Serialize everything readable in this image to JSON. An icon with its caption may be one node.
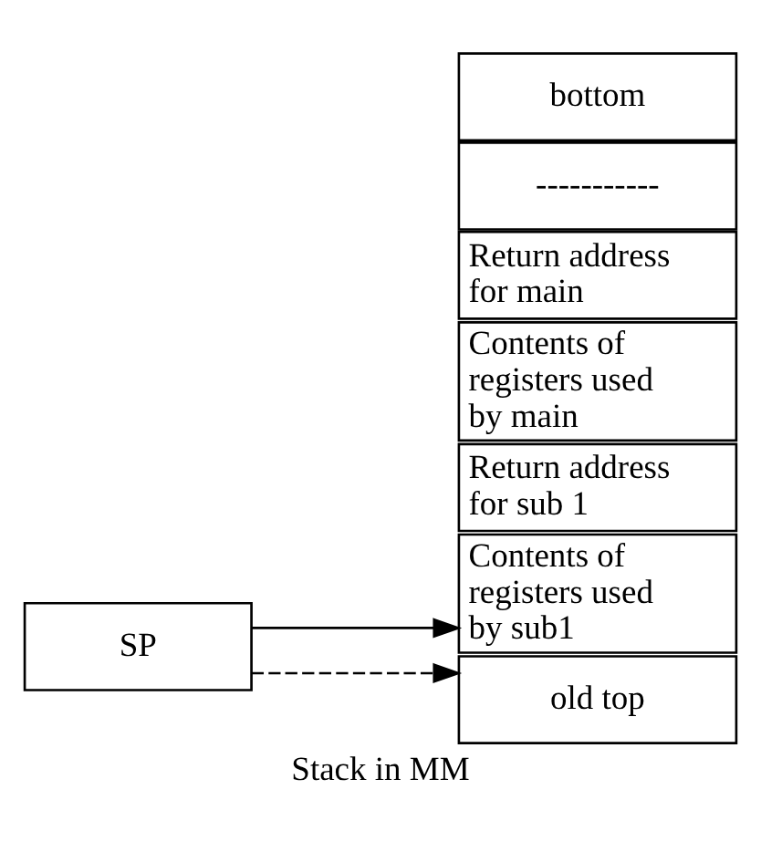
{
  "diagram": {
    "caption": "Stack in MM",
    "nodes": [
      {
        "text": [
          "SP"
        ]
      },
      {
        "text": [
          "Contents of registers used by sub1"
        ]
      },
      {
        "text": [
          "Return address for sub 1"
        ]
      },
      {
        "text": [
          "Contents of registers used by main"
        ]
      },
      {
        "text": [
          "Return address for main"
        ]
      },
      {
        "text": [
          "old top"
        ]
      },
      {
        "text": [
          "-----------"
        ]
      },
      {
        "text": [
          "bottom"
        ]
      }
    ],
    "edges": [
      {
        "from": 0,
        "to": 1,
        "arrow": "to"
      },
      {
        "from": 0,
        "to": 5,
        "arrow": "to",
        "style": "dashed"
      }
    ]
  }
}
